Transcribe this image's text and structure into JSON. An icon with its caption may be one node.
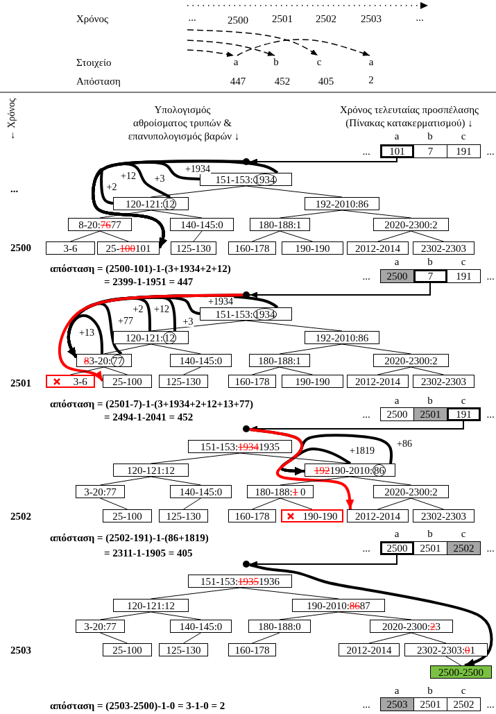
{
  "diagram": {
    "nodes": [
      {
        "text": [
          "a"
        ]
      },
      {
        "text": [
          "b"
        ]
      },
      {
        "text": [
          "c"
        ]
      },
      {
        "text": [
          "a"
        ]
      },
      {
        "text": [
          "101"
        ]
      },
      {
        "text": [
          "7"
        ]
      },
      {
        "text": [
          "191"
        ]
      },
      {
        "text": [],
        "shape": "circle"
      },
      {
        "text": [
          "151-153:1934"
        ]
      },
      {
        "text": [
          "120-121:12"
        ]
      },
      {
        "text": [
          "192-2010:86"
        ]
      },
      {
        "text": [
          "8-20:7677"
        ]
      },
      {
        "text": [
          "140-145:0"
        ]
      },
      {
        "text": [
          "180-188:1"
        ]
      },
      {
        "text": [
          "2020-2300:2"
        ]
      },
      {
        "text": [
          "3-6"
        ]
      },
      {
        "text": [
          "25-100101"
        ]
      },
      {
        "text": [
          "125-130"
        ]
      },
      {
        "text": [
          "160-178"
        ]
      },
      {
        "text": [
          "190-190"
        ]
      },
      {
        "text": [
          "2012-2014"
        ]
      },
      {
        "text": [
          "2302-2303"
        ]
      },
      {
        "text": [
          "2500"
        ]
      },
      {
        "text": [
          "7"
        ]
      },
      {
        "text": [
          "191"
        ]
      },
      {
        "text": [],
        "shape": "circle"
      },
      {
        "text": [
          "151-153:1934"
        ]
      },
      {
        "text": [
          "120-121:12"
        ]
      },
      {
        "text": [
          "192-2010:86"
        ]
      },
      {
        "text": [
          "83-20:77"
        ]
      },
      {
        "text": [
          "140-145:0"
        ]
      },
      {
        "text": [
          "180-188:1"
        ]
      },
      {
        "text": [
          "2020-2300:2"
        ]
      },
      {
        "text": [
          "3-6"
        ]
      },
      {
        "text": [
          "25-100"
        ]
      },
      {
        "text": [
          "125-130"
        ]
      },
      {
        "text": [
          "160-178"
        ]
      },
      {
        "text": [
          "190-190"
        ]
      },
      {
        "text": [
          "2012-2014"
        ]
      },
      {
        "text": [
          "2302-2303"
        ]
      },
      {
        "text": [
          "2500"
        ]
      },
      {
        "text": [
          "2501"
        ]
      },
      {
        "text": [
          "191"
        ]
      },
      {
        "text": [],
        "shape": "circle"
      },
      {
        "text": [
          "151-153:19341935"
        ]
      },
      {
        "text": [
          "120-121:12"
        ]
      },
      {
        "text": [
          "192190-2010:86"
        ]
      },
      {
        "text": [
          "3-20:77"
        ]
      },
      {
        "text": [
          "140-145:0"
        ]
      },
      {
        "text": [
          "180-188:1 0"
        ]
      },
      {
        "text": [
          "2020-2300:2"
        ]
      },
      {
        "text": [
          "25-100"
        ]
      },
      {
        "text": [
          "125-130"
        ]
      },
      {
        "text": [
          "160-178"
        ]
      },
      {
        "text": [
          "190-190"
        ]
      },
      {
        "text": [
          "2012-2014"
        ]
      },
      {
        "text": [
          "2302-2303"
        ]
      },
      {
        "text": [
          "2500"
        ]
      },
      {
        "text": [
          "2501"
        ]
      },
      {
        "text": [
          "2502"
        ]
      },
      {
        "text": [],
        "shape": "circle"
      },
      {
        "text": [
          "151-153:19351936"
        ]
      },
      {
        "text": [
          "120-121:12"
        ]
      },
      {
        "text": [
          "190-2010:8687"
        ]
      },
      {
        "text": [
          "3-20:77"
        ]
      },
      {
        "text": [
          "140-145:0"
        ]
      },
      {
        "text": [
          "180-188:0"
        ]
      },
      {
        "text": [
          "2020-2300:23"
        ]
      },
      {
        "text": [
          "25-100"
        ]
      },
      {
        "text": [
          "125-130"
        ]
      },
      {
        "text": [
          "160-178"
        ]
      },
      {
        "text": [
          "2012-2014"
        ]
      },
      {
        "text": [
          "2302-2303:01"
        ]
      },
      {
        "text": [
          "2500-2500"
        ]
      },
      {
        "text": [
          "2503"
        ]
      },
      {
        "text": [
          "2501"
        ]
      },
      {
        "text": [
          "2502"
        ]
      }
    ],
    "edges": [
      {
        "from": null,
        "to": 2,
        "arrow": "to",
        "style": "dashed"
      },
      {
        "from": null,
        "to": 1,
        "arrow": "to",
        "style": "dashed"
      },
      {
        "from": null,
        "to": 0,
        "arrow": "to",
        "style": "dashed"
      },
      {
        "from": 0,
        "to": 3,
        "arrow": "to",
        "style": "dashed"
      },
      {
        "from": 4,
        "to": 7,
        "arrow": "to"
      },
      {
        "from": 7,
        "to": 16,
        "arrow": "to",
        "style": "thick"
      },
      {
        "from": 8,
        "to": 16,
        "arrow": "to",
        "label": "+1934",
        "style": "thick"
      },
      {
        "from": 8,
        "to": 16,
        "arrow": "to",
        "label": "+3",
        "style": "thick"
      },
      {
        "from": 9,
        "to": 16,
        "arrow": "to",
        "label": "+12",
        "style": "thick"
      },
      {
        "from": 9,
        "to": 16,
        "arrow": "to",
        "label": "+2",
        "style": "thick"
      },
      {
        "from": 8,
        "to": 9,
        "arrow": "none"
      },
      {
        "from": 8,
        "to": 10,
        "arrow": "none"
      },
      {
        "from": 9,
        "to": 11,
        "arrow": "none"
      },
      {
        "from": 9,
        "to": 12,
        "arrow": "none"
      },
      {
        "from": 10,
        "to": 13,
        "arrow": "none"
      },
      {
        "from": 10,
        "to": 14,
        "arrow": "none"
      },
      {
        "from": 11,
        "to": 15,
        "arrow": "none"
      },
      {
        "from": 11,
        "to": 16,
        "arrow": "none"
      },
      {
        "from": 12,
        "to": 17,
        "arrow": "none"
      },
      {
        "from": 13,
        "to": 18,
        "arrow": "none"
      },
      {
        "from": 13,
        "to": 19,
        "arrow": "none"
      },
      {
        "from": 14,
        "to": 20,
        "arrow": "none"
      },
      {
        "from": 14,
        "to": 21,
        "arrow": "none"
      },
      {
        "from": 23,
        "to": 25,
        "arrow": "to"
      },
      {
        "from": 25,
        "to": 29,
        "arrow": "to",
        "style": "thick"
      },
      {
        "from": 26,
        "to": 29,
        "arrow": "to",
        "label": "+1934",
        "style": "thick"
      },
      {
        "from": 26,
        "to": 29,
        "arrow": "to",
        "label": "+3",
        "style": "thick"
      },
      {
        "from": 27,
        "to": 29,
        "arrow": "to",
        "label": "+12",
        "style": "thick"
      },
      {
        "from": 27,
        "to": 29,
        "arrow": "to",
        "label": "+2",
        "style": "thick"
      },
      {
        "from": 29,
        "to": 29,
        "arrow": "to",
        "label": "+77",
        "style": "thick"
      },
      {
        "from": 29,
        "to": 29,
        "arrow": "to",
        "label": "+13",
        "style": "thick"
      },
      {
        "from": 25,
        "to": 34,
        "arrow": "to",
        "style": "thick",
        "color": "#ff0000"
      },
      {
        "from": 26,
        "to": 27,
        "arrow": "none"
      },
      {
        "from": 26,
        "to": 28,
        "arrow": "none"
      },
      {
        "from": 27,
        "to": 29,
        "arrow": "none"
      },
      {
        "from": 27,
        "to": 30,
        "arrow": "none"
      },
      {
        "from": 28,
        "to": 31,
        "arrow": "none"
      },
      {
        "from": 28,
        "to": 32,
        "arrow": "none"
      },
      {
        "from": 29,
        "to": 33,
        "arrow": "none"
      },
      {
        "from": 29,
        "to": 34,
        "arrow": "none"
      },
      {
        "from": 30,
        "to": 35,
        "arrow": "none"
      },
      {
        "from": 31,
        "to": 36,
        "arrow": "none"
      },
      {
        "from": 31,
        "to": 37,
        "arrow": "none"
      },
      {
        "from": 32,
        "to": 38,
        "arrow": "none"
      },
      {
        "from": 32,
        "to": 39,
        "arrow": "none"
      },
      {
        "from": 42,
        "to": 43,
        "arrow": "to"
      },
      {
        "from": 43,
        "to": 46,
        "arrow": "to",
        "style": "thick"
      },
      {
        "from": 46,
        "to": 46,
        "arrow": "to",
        "label": "+86",
        "style": "thick"
      },
      {
        "from": 46,
        "to": 46,
        "arrow": "to",
        "label": "+1819",
        "style": "thick"
      },
      {
        "from": 43,
        "to": 55,
        "arrow": "to",
        "style": "thick",
        "color": "#ff0000"
      },
      {
        "from": 44,
        "to": 45,
        "arrow": "none"
      },
      {
        "from": 44,
        "to": 46,
        "arrow": "none"
      },
      {
        "from": 45,
        "to": 47,
        "arrow": "none"
      },
      {
        "from": 45,
        "to": 48,
        "arrow": "none"
      },
      {
        "from": 46,
        "to": 49,
        "arrow": "none"
      },
      {
        "from": 46,
        "to": 50,
        "arrow": "none"
      },
      {
        "from": 47,
        "to": 51,
        "arrow": "none"
      },
      {
        "from": 48,
        "to": 52,
        "arrow": "none"
      },
      {
        "from": 49,
        "to": 53,
        "arrow": "none"
      },
      {
        "from": 49,
        "to": 54,
        "arrow": "none"
      },
      {
        "from": 50,
        "to": 55,
        "arrow": "none"
      },
      {
        "from": 50,
        "to": 56,
        "arrow": "none"
      },
      {
        "from": 57,
        "to": 60,
        "arrow": "to"
      },
      {
        "from": 60,
        "to": 73,
        "arrow": "to",
        "style": "thick"
      },
      {
        "from": 61,
        "to": 62,
        "arrow": "none"
      },
      {
        "from": 61,
        "to": 63,
        "arrow": "none"
      },
      {
        "from": 62,
        "to": 64,
        "arrow": "none"
      },
      {
        "from": 62,
        "to": 65,
        "arrow": "none"
      },
      {
        "from": 63,
        "to": 66,
        "arrow": "none"
      },
      {
        "from": 63,
        "to": 67,
        "arrow": "none"
      },
      {
        "from": 64,
        "to": 68,
        "arrow": "none"
      },
      {
        "from": 65,
        "to": 69,
        "arrow": "none"
      },
      {
        "from": 66,
        "to": 70,
        "arrow": "none"
      },
      {
        "from": 67,
        "to": 71,
        "arrow": "none"
      },
      {
        "from": 67,
        "to": 72,
        "arrow": "none"
      },
      {
        "from": 72,
        "to": 73,
        "arrow": "none"
      }
    ],
    "labels": [
      "Χρόνος",
      "...",
      "2500",
      "2501",
      "2502",
      "2503",
      "...",
      "Στοιχείο",
      "Απόσταση",
      "447",
      "452",
      "405",
      "2",
      "← Χρόνος",
      "Υπολογισμός",
      "αθροίσματος τρυπών &",
      "επανυπολογισμός βαρών ↓",
      "Χρόνος τελευταίας προσπέλασης",
      "(Πίνακας κατακερματισμού) ↓",
      "a",
      "b",
      "c",
      "...",
      "...",
      "...",
      "2500",
      "απόσταση = (2500-101)-1-(3+1934+2+12)",
      "= 2399-1-1951 = 447",
      "a",
      "b",
      "c",
      "...",
      "...",
      "2501",
      "απόσταση = (2501-7)-1-(3+1934+2+12+13+77)",
      "= 2494-1-2041 = 452",
      "a",
      "b",
      "c",
      "...",
      "...",
      "2502",
      "απόσταση = (2502-191)-1-(86+1819)",
      "= 2311-1-1905 = 405",
      "a",
      "b",
      "c",
      "...",
      "...",
      "2503",
      "απόσταση = (2503-2500)-1-0 = 3-1-0 = 2",
      "a",
      "b",
      "c",
      "...",
      "..."
    ]
  }
}
